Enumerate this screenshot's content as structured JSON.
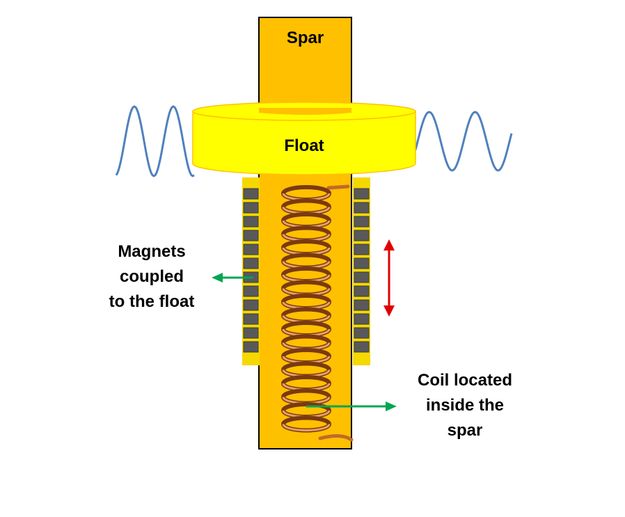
{
  "labels": {
    "spar": "Spar",
    "float": "Float",
    "magnets": [
      "Magnets",
      "coupled",
      "to the float"
    ],
    "coil": [
      "Coil located",
      "inside the",
      "spar"
    ]
  },
  "colors": {
    "spar_fill": "#FFC000",
    "float_fill": "#FFFF00",
    "sleeve_fill": "#F5D800",
    "magnet_fill": "#595959",
    "coil": "#C06A28",
    "wave": "#4F81BD",
    "pointer_arrow": "#00A651",
    "motion_arrow": "#E00000",
    "outline": "#000000"
  },
  "icons": {
    "motion": "double-headed-vertical-arrow-icon",
    "pointer": "arrow-icon"
  }
}
